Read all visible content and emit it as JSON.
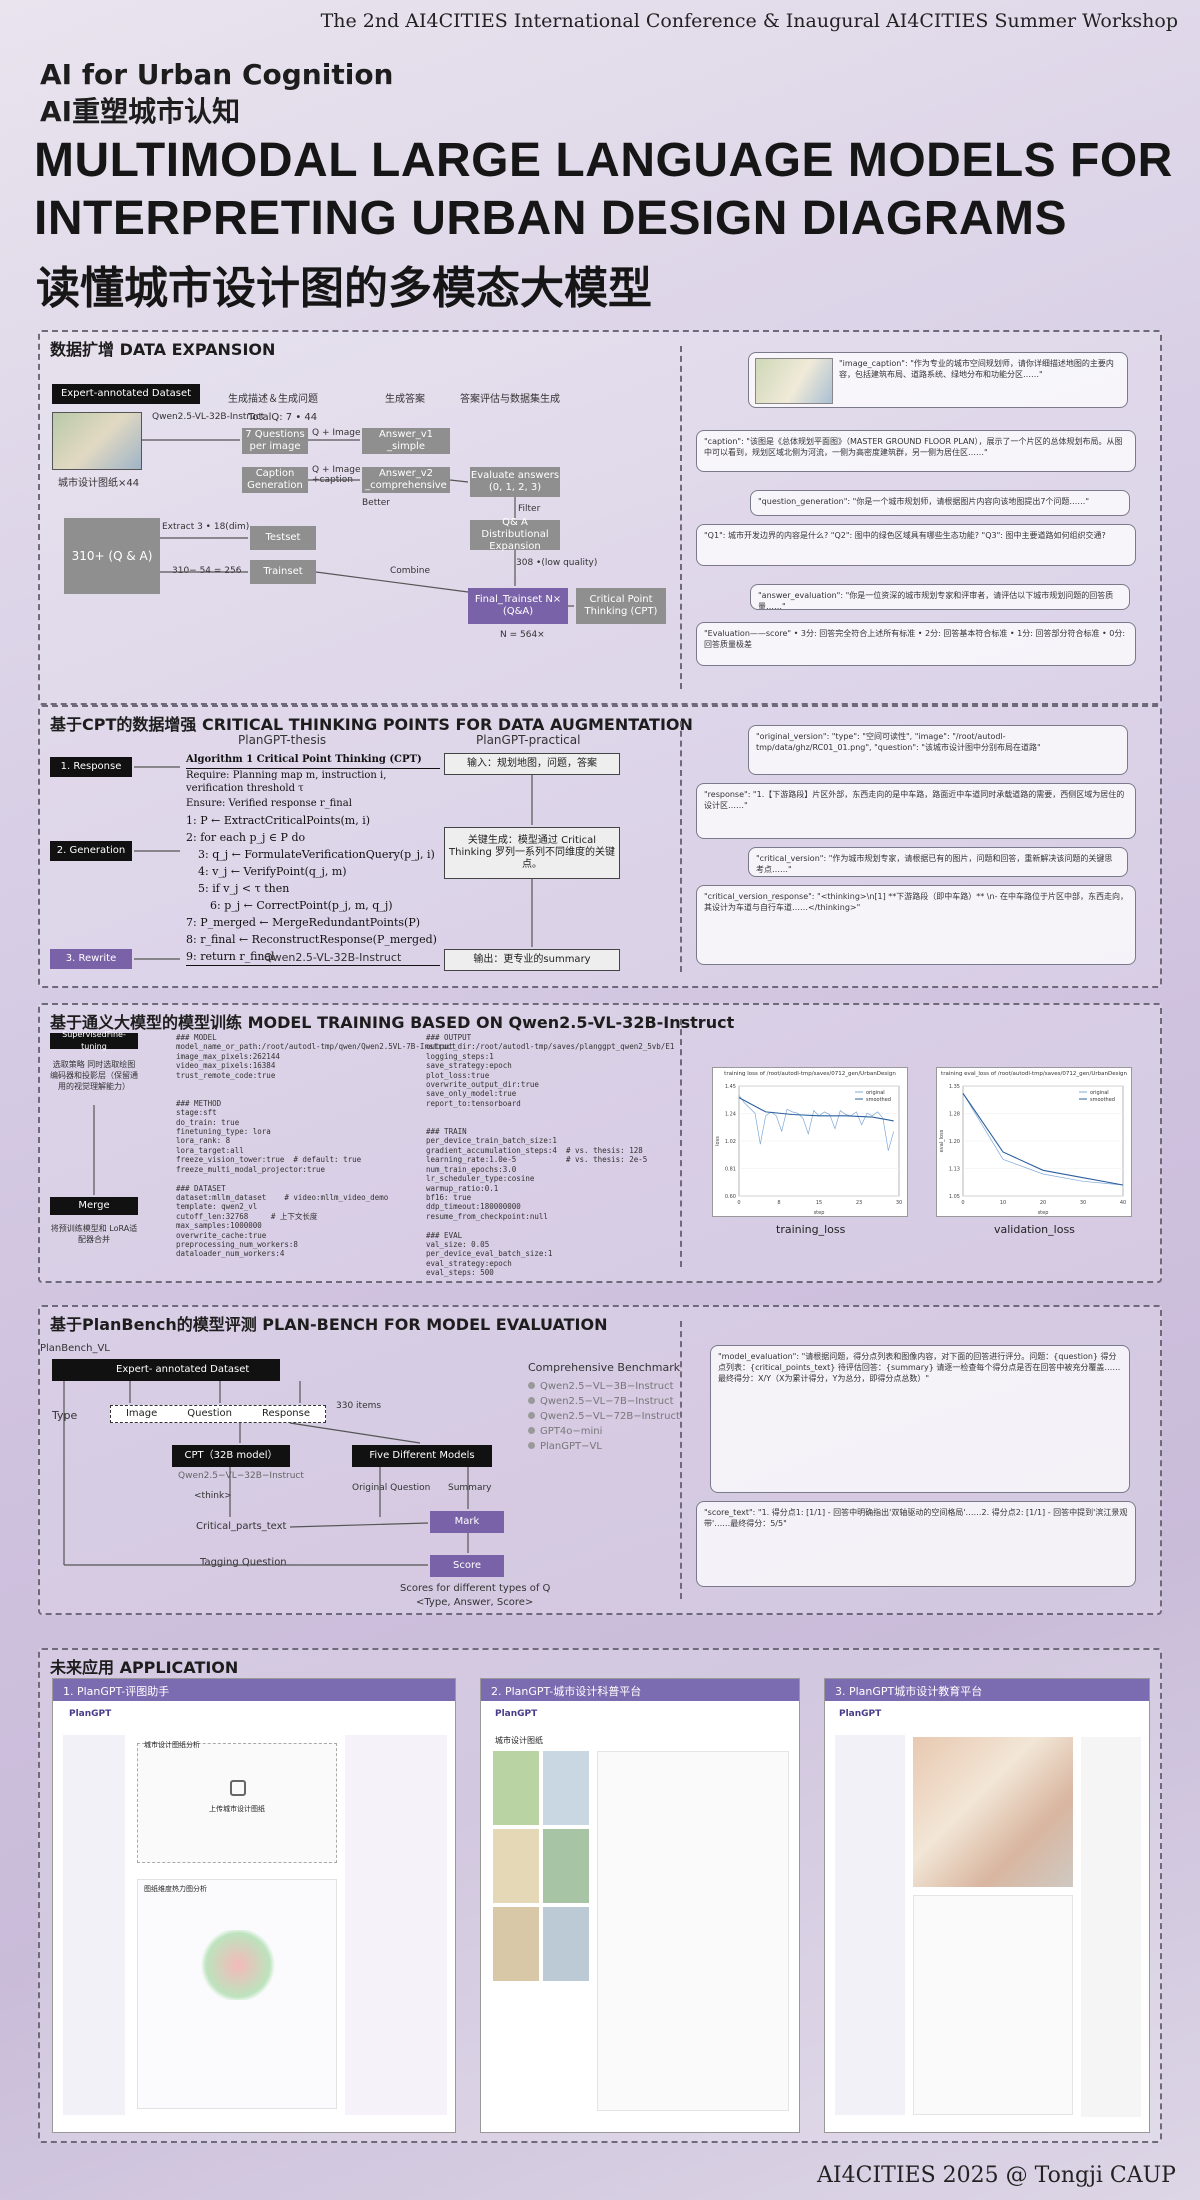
{
  "conference": "The 2nd AI4CITIES International Conference & Inaugural AI4CITIES Summer Workshop",
  "header": {
    "en": "AI for Urban Cognition",
    "zh": "AI重塑城市认知",
    "title_line1": "MULTIMODAL LARGE LANGUAGE MODELS FOR",
    "title_line2": "INTERPRETING URBAN DESIGN DIAGRAMS",
    "title_zh": "读懂城市设计图的多模态大模型"
  },
  "s1": {
    "title": "数据扩增 DATA EXPANSION",
    "expert_dataset": "Expert-annotated Dataset",
    "diagrams_label": "城市设计图纸×44",
    "col1": "生成描述＆生成问题",
    "col2": "生成答案",
    "col3": "答案评估与数据集生成",
    "qwen": "Qwen2.5-VL-32B-Instruct",
    "totalq": "TotalQ: 7 • 44",
    "q7": "7 Questions per image",
    "caption_gen": "Caption Generation",
    "q_image1": "Q + Image",
    "q_image2": "Q + Image +caption",
    "ans1": "Answer_v1 _simple",
    "ans2": "Answer_v2 _comprehensive",
    "better": "Better",
    "eval": "Evaluate answers (0, 1, 2, 3)",
    "filter": "Filter",
    "qa_dist": "Q& A Distributional Expansion",
    "qa310": "310+ (Q & A)",
    "extract": "Extract 3 • 18(dim)",
    "testset": "Testset",
    "split": "310− 54 = 256",
    "trainset": "Trainset",
    "combine": "Combine",
    "low_quality": "308 •(low quality)",
    "final_trainset": "Final_Trainset N× (Q&A)",
    "cpt": "Critical Point Thinking (CPT)",
    "n564": "N = 564×",
    "bubble1": "\"image_caption\": \"作为专业的城市空间规划师，请你详细描述地图的主要内容，包括建筑布局、道路系统、绿地分布和功能分区……\"",
    "bubble2": "\"caption\": \"该图是《总体规划平面图》（MASTER GROUND FLOOR PLAN），展示了一个片区的总体规划布局。从图中可以看到，规划区域北侧为河流，一侧为高密度建筑群，另一侧为居住区……\"",
    "bubble3": "\"question_generation\": \"你是一个城市规划师，请根据图片内容向该地图提出7个问题……\"",
    "bubble4": "\"Q1\": 城市开发边界的内容是什么? \"Q2\": 图中的绿色区域具有哪些生态功能? \"Q3\": 图中主要道路如何组织交通?",
    "bubble5": "\"answer_evaluation\": \"你是一位资深的城市规划专家和评审者，请评估以下城市规划问题的回答质量……\"",
    "bubble6": "\"Evaluation——score\" • 3分: 回答完全符合上述所有标准 • 2分: 回答基本符合标准 • 1分: 回答部分符合标准 • 0分: 回答质量极差"
  },
  "s2": {
    "title": "基于CPT的数据增强 CRITICAL THINKING POINTS FOR DATA AUGMENTATION",
    "col_thesis": "PlanGPT-thesis",
    "col_practical": "PlanGPT-practical",
    "step1": "1. Response",
    "step2": "2. Generation",
    "step3": "3. Rewrite",
    "algo_title": "Algorithm 1 Critical Point Thinking (CPT)",
    "algo_require": "Require: Planning map m, instruction i, verification threshold τ",
    "algo_ensure": "Ensure: Verified response r_final",
    "algo_l1": "1: P ← ExtractCriticalPoints(m, i)",
    "algo_l2": "2: for each p_j ∈ P do",
    "algo_l3": "3:   q_j ← FormulateVerificationQuery(p_j, i)",
    "algo_l4": "4:   v_j ← VerifyPoint(q_j, m)",
    "algo_l5": "5:   if v_j < τ then",
    "algo_l6": "6:     p_j ← CorrectPoint(p_j, m, q_j)",
    "algo_l7": "7: P_merged ← MergeRedundantPoints(P)",
    "algo_l8": "8: r_final ← ReconstructResponse(P_merged)",
    "algo_l9": "9: return r_final",
    "qwen": "Qwen2.5-VL-32B-Instruct",
    "p_input": "输入：规划地图，问题，答案",
    "p_key": "关键生成：模型通过 Critical Thinking 罗列一系列不同维度的关键点。",
    "p_output": "输出：更专业的summary",
    "b1": "\"original_version\": \"type\": \"空间可读性\", \"image\": \"/root/autodl-tmp/data/ghz/RC01_01.png\", \"question\": \"该城市设计图中分别布局在道路\"",
    "b2": "\"response\": \"1.【下游路段】片区外部，东西走向的是中车路，路面近中车道同时承载道路的需要，西侧区域为居住的设计区……\"",
    "b3": "\"critical_version\": \"作为城市规划专家，请根据已有的图片，问题和回答，重新解决该问题的关键思考点……\"",
    "b4": "\"critical_version_response\": \"<thinking>\\n[1] **下游路段（即中车路）** \\n- 在中车路位于片区中部，东西走向，其设计为车道与自行车道……</thinking>\""
  },
  "s3": {
    "title": "基于通义大模型的模型训练 MODEL TRAINING BASED ON Qwen2.5-VL-32B-Instruct",
    "sft": "SupervisedFine-tuning",
    "sft_desc": "选取策略 同时选取绘图编码器和投影层（保留通用的视觉理解能力）",
    "merge": "Merge",
    "merge_desc": "将预训练模型和 LoRA适配器合并",
    "code_model": "### MODEL\nmodel_name_or_path:/root/autodl-tmp/qwen/Qwen2.5VL-7B-Instruct\nimage_max_pixels:262144\nvideo_max_pixels:16384\ntrust_remote_code:true\n\n\n### METHOD\nstage:sft\ndo_train: true\nfinetuning_type: lora\nlora_rank: 8\nlora_target:all\nfreeze_vision_tower:true  # default: true\nfreeze_multi_modal_projector:true\n\n### DATASET\ndataset:mllm_dataset    # video:mllm_video_demo\ntemplate: qwen2_vl\ncutoff_len:32768     # 上下文长度\nmax_samples:1000000\noverwrite_cache:true\npreprocessing_num_workers:8\ndataloader_num_workers:4",
    "code_output": "### OUTPUT\noutput_dir:/root/autodl-tmp/saves/planggpt_qwen2_5vb/E1\nlogging_steps:1\nsave_strategy:epoch\nplot_loss:true\noverwrite_output_dir:true\nsave_only_model:true\nreport_to:tensorboard\n\n\n### TRAIN\nper_device_train_batch_size:1\ngradient_accumulation_steps:4  # vs. thesis: 128\nlearning_rate:1.0e-5           # vs. thesis: 2e-5\nnum_train_epochs:3.0\nlr_scheduler_type:cosine\nwarmup_ratio:0.1\nbf16: true\nddp_timeout:180000000\nresume_from_checkpoint:null\n\n### EVAL\nval_size: 0.05\nper_device_eval_batch_size:1\neval_strategy:epoch\neval_steps: 500",
    "chart1_title": "training loss of /root/autodl-tmp/saves/0712_gen/UrbanDesign",
    "chart1_caption": "training_loss",
    "chart2_title": "training eval_loss of /root/autodl-tmp/saves/0712_gen/UrbanDesign",
    "chart2_caption": "validation_loss",
    "legend_original": "original",
    "legend_smoothed": "smoothed"
  },
  "s4": {
    "title": "基于PlanBench的模型评测 PLAN-BENCH FOR MODEL EVALUATION",
    "planbench": "PlanBench_VL",
    "expert": "Expert- annotated Dataset",
    "type": "Type",
    "image": "Image",
    "question": "Question",
    "response": "Response",
    "items": "330 items",
    "cpt_model": "CPT（32B model）",
    "qwen": "Qwen2.5−VL−32B−Instruct",
    "think": "<think>",
    "five_models": "Five Different Models",
    "orig_q": "Original Question",
    "summary": "Summary",
    "critical_parts": "Critical_parts_text",
    "mark": "Mark",
    "tagging": "Tagging Question",
    "score": "Score",
    "scores_desc1": "Scores for different types of Q",
    "scores_desc2": "<Type,  Answer,  Score>",
    "bench_title": "Comprehensive Benchmark",
    "bench": [
      "Qwen2.5−VL−3B−Instruct",
      "Qwen2.5−VL−7B−Instruct",
      "Qwen2.5−VL−72B−Instruct",
      "GPT4o−mini",
      "PlanGPT−VL"
    ],
    "b1": "\"model_evaluation\": \"请根据问题，得分点列表和图像内容，对下面的回答进行评分。问题：{question} 得分点列表：{critical_points_text} 待评估回答：{summary} 请逐一检查每个得分点是否在回答中被充分覆盖……最终得分：X/Y（X为累计得分，Y为总分，即得分点总数）\"",
    "b2": "\"score_text\": \"1. 得分点1: [1/1] - 回答中明确指出'双轴驱动的空间格局'……2. 得分点2: [1/1] - 回答中提到'滨江景观带'……最终得分：5/5\""
  },
  "s5": {
    "title": "未来应用 APPLICATION",
    "app1": "1. PlanGPT-评图助手",
    "app2": "2. PlanGPT-城市设计科普平台",
    "app3": "3. PlanGPT城市设计教育平台",
    "app1_brand": "PlanGPT",
    "app1_upload": "上传城市设计图纸",
    "app1_panel": "城市设计图纸分析",
    "app1_analysis": "图纸维度热力图分析",
    "app2_brand": "PlanGPT",
    "app2_panel": "城市设计图纸",
    "app3_brand": "PlanGPT"
  },
  "footer": "AI4CITIES 2025 @ Tongji CAUP",
  "chart_data": [
    {
      "type": "line",
      "title": "training loss of /root/autodl-tmp/saves/0712_gen/UrbanDesign",
      "xlabel": "step",
      "ylabel": "loss",
      "xlim": [
        0,
        30
      ],
      "ylim": [
        0.6,
        1.45
      ],
      "series": [
        {
          "name": "original",
          "x": [
            0,
            1,
            2,
            3,
            4,
            5,
            6,
            7,
            8,
            9,
            10,
            11,
            12,
            13,
            14,
            15,
            16,
            17,
            18,
            19,
            20,
            21,
            22,
            23,
            24,
            25,
            26,
            27,
            28,
            29
          ],
          "values": [
            1.38,
            1.32,
            1.28,
            1.24,
            1.0,
            1.22,
            1.25,
            1.22,
            1.1,
            1.27,
            1.25,
            1.24,
            1.2,
            1.08,
            1.26,
            1.22,
            1.25,
            1.23,
            1.12,
            1.26,
            1.23,
            1.22,
            1.25,
            1.15,
            1.24,
            1.22,
            1.25,
            1.2,
            0.95,
            1.1
          ]
        },
        {
          "name": "smoothed",
          "x": [
            0,
            5,
            10,
            15,
            20,
            25,
            29
          ],
          "values": [
            1.36,
            1.25,
            1.23,
            1.22,
            1.22,
            1.21,
            1.18
          ]
        }
      ]
    },
    {
      "type": "line",
      "title": "training eval_loss of /root/autodl-tmp/saves/0712_gen/UrbanDesign",
      "xlabel": "step",
      "ylabel": "eval_loss",
      "xlim": [
        0,
        40
      ],
      "ylim": [
        1.05,
        1.35
      ],
      "series": [
        {
          "name": "original",
          "x": [
            0,
            10,
            20,
            30,
            40
          ],
          "values": [
            1.33,
            1.15,
            1.11,
            1.09,
            1.08
          ]
        },
        {
          "name": "smoothed",
          "x": [
            0,
            10,
            20,
            30,
            40
          ],
          "values": [
            1.33,
            1.17,
            1.12,
            1.1,
            1.08
          ]
        }
      ]
    }
  ]
}
